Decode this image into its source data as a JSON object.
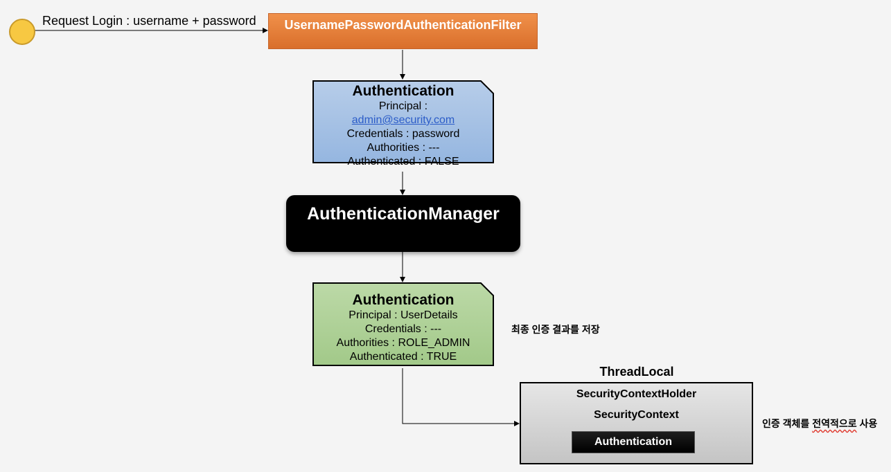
{
  "request": {
    "label": "Request Login : username + password"
  },
  "filter": {
    "label": "UsernamePasswordAuthenticationFilter"
  },
  "auth_before": {
    "title": "Authentication",
    "principal_label": "Principal :",
    "principal_value": "admin@security.com",
    "credentials": "Credentials : password",
    "authorities": "Authorities : ---",
    "authenticated": "Authenticated : FALSE"
  },
  "manager": {
    "label": "AuthenticationManager"
  },
  "auth_after": {
    "title": "Authentication",
    "principal": "Principal : UserDetails",
    "credentials": "Credentials : ---",
    "authorities": "Authorities : ROLE_ADMIN",
    "authenticated": "Authenticated : TRUE"
  },
  "notes": {
    "store": "최종 인증 결과를 저장",
    "global_pre": "인증 객체를 ",
    "global_mark": "전역적으로",
    "global_post": " 사용"
  },
  "holder": {
    "threadlocal": "ThreadLocal",
    "holder_title": "SecurityContextHolder",
    "context_title": "SecurityContext",
    "inner_auth": "Authentication"
  },
  "colors": {
    "start": "#f7c842",
    "filter": "#e07b39",
    "auth_before": "#a8c3e6",
    "manager": "#000000",
    "auth_after": "#a9cf8f",
    "holder": "#d4d4d4"
  }
}
